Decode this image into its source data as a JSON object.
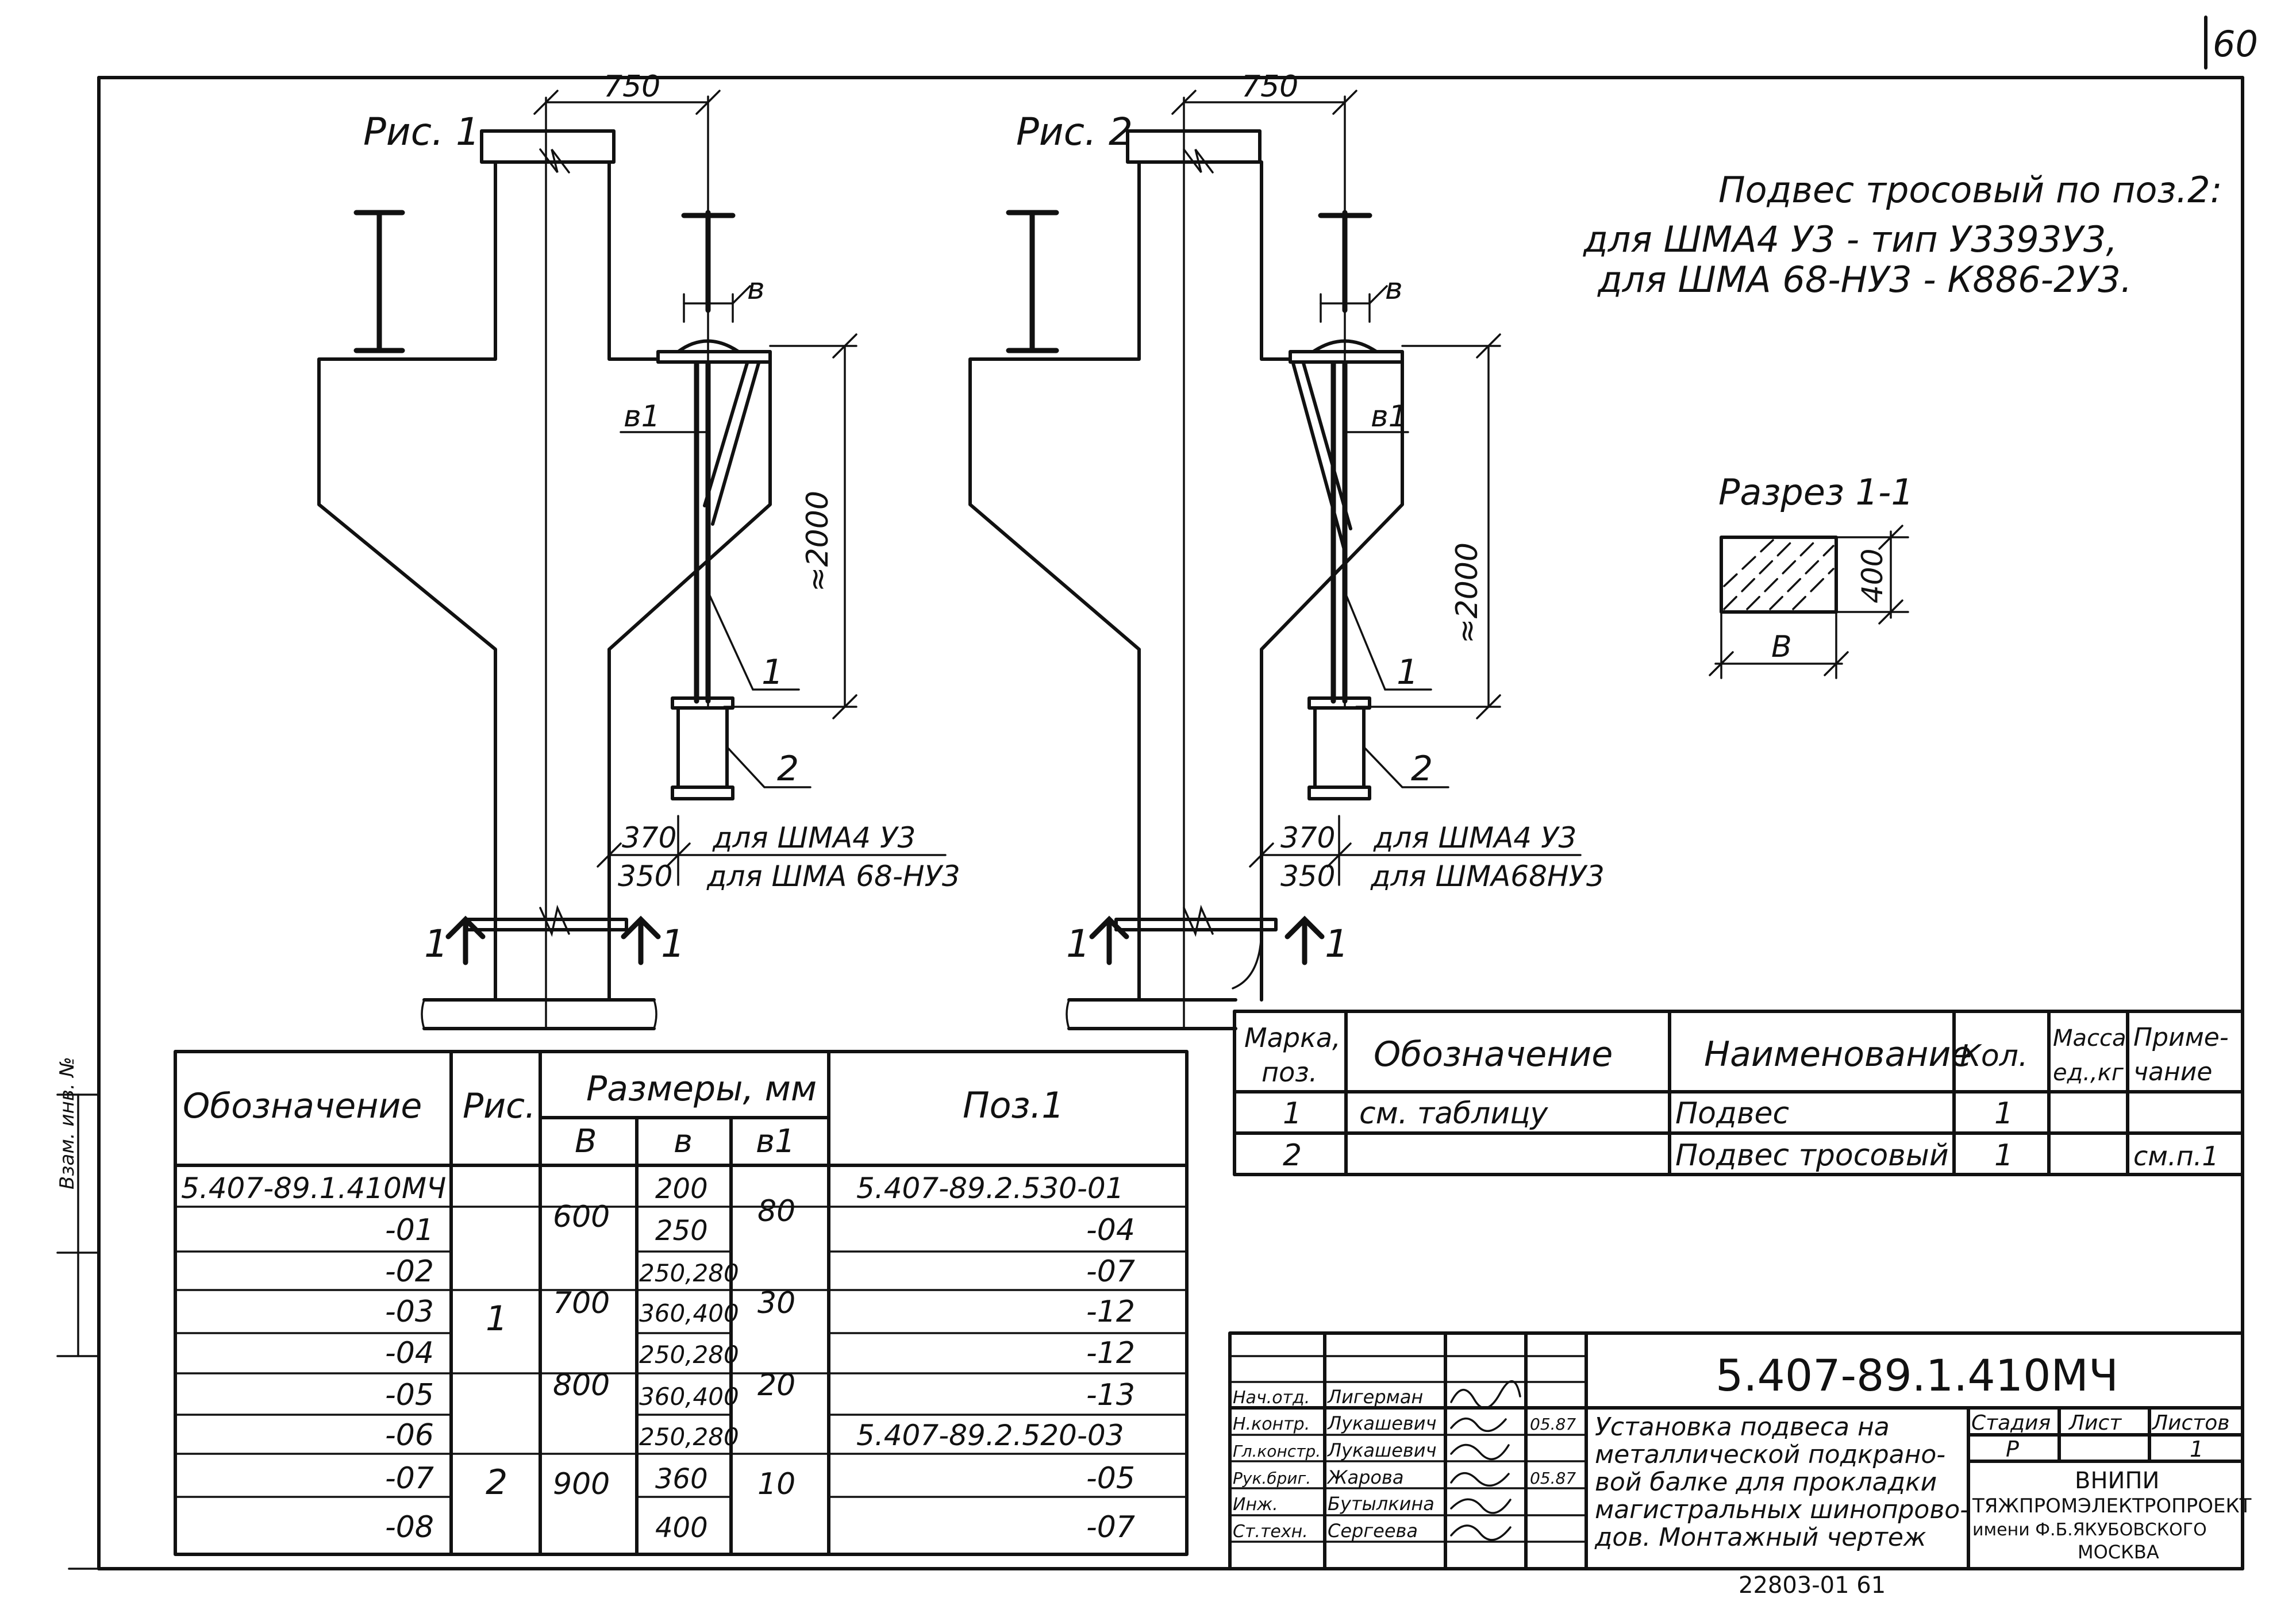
{
  "sheet": {
    "corner_number": "60",
    "bottom_number": "22803-01   61",
    "margin_stamp": "Взам. инв. №"
  },
  "figure1": {
    "title": "Рис. 1",
    "dim_width": "750",
    "dim_height": "≈2000",
    "label_b": "в",
    "label_b1": "в1",
    "pos1": "1",
    "pos2": "2",
    "dim_370": "370",
    "dim_350": "350",
    "note_370": "для ШМА4 У3",
    "note_350": "для ШМА 68-НУ3",
    "section_left": "1",
    "section_right": "1"
  },
  "figure2": {
    "title": "Рис. 2",
    "dim_width": "750",
    "dim_height": "≈2000",
    "label_b": "в",
    "label_b1": "в1",
    "pos1": "1",
    "pos2": "2",
    "dim_370": "370",
    "dim_350": "350",
    "note_370": "для ШМА4 У3",
    "note_350": "для ШМА68НУ3",
    "section_left": "1",
    "section_right": "1"
  },
  "note": {
    "line1": "Подвес тросовый по поз.2:",
    "line2": "для ШМА4 У3 - тип У3393У3,",
    "line3": "для ШМА 68-НУ3 - К886-2У3."
  },
  "section": {
    "title": "Разрез 1-1",
    "dim_height": "400",
    "dim_width": "B"
  },
  "spec_table": {
    "headers": {
      "mark": "Марка, поз.",
      "designation": "Обозначение",
      "name": "Наименование",
      "qty": "Кол.",
      "mass": "Масса ед.,кг",
      "note": "Приме- чание"
    },
    "rows": [
      {
        "mark": "1",
        "designation": "см. таблицу",
        "name": "Подвес",
        "qty": "1",
        "mass": "",
        "note": ""
      },
      {
        "mark": "2",
        "designation": "",
        "name": "Подвес тросовый",
        "qty": "1",
        "mass": "",
        "note": "см.п.1"
      }
    ]
  },
  "size_table": {
    "headers": {
      "designation": "Обозначение",
      "fig": "Рис.",
      "sizes": "Размеры, мм",
      "B": "B",
      "b": "в",
      "b1": "в1",
      "pos1": "Поз.1"
    },
    "rows": [
      {
        "designation": "5.407-89.1.410МЧ",
        "b": "200",
        "pos1": "5.407-89.2.530-01"
      },
      {
        "designation": "-01",
        "b": "250",
        "pos1": "-04"
      },
      {
        "designation": "-02",
        "b": "250,280",
        "pos1": "-07"
      },
      {
        "designation": "-03",
        "b": "360,400",
        "pos1": "-12"
      },
      {
        "designation": "-04",
        "b": "250,280",
        "pos1": "-12"
      },
      {
        "designation": "-05",
        "b": "360,400",
        "pos1": "-13"
      },
      {
        "designation": "-06",
        "b": "250,280",
        "pos1": "5.407-89.2.520-03"
      },
      {
        "designation": "-07",
        "b": "360",
        "pos1": "-05"
      },
      {
        "designation": "-08",
        "b": "400",
        "pos1": "-07"
      }
    ],
    "merged": {
      "fig_a": "1",
      "fig_b": "2",
      "B_600": "600",
      "B_700": "700",
      "B_800": "800",
      "B_900": "900",
      "b1_80": "80",
      "b1_30": "30",
      "b1_20": "20",
      "b1_10": "10"
    }
  },
  "title_block": {
    "code": "5.407-89.1.410МЧ",
    "title_lines": [
      "Установка подвеса на",
      "металлической подкрано-",
      "вой балке для прокладки",
      "магистральных шинопрово-",
      "дов. Монтажный чертеж"
    ],
    "stage_header": "Стадия",
    "sheet_header": "Лист",
    "sheets_header": "Листов",
    "stage": "Р",
    "sheets": "1",
    "org_line1": "ВНИПИ",
    "org_line2": "ТЯЖПРОМЭЛЕКТРОПРОЕКТ",
    "org_line3": "имени Ф.Б.ЯКУБОВСКОГО",
    "org_line4": "МОСКВА",
    "staff": [
      {
        "role": "Нач.отд.",
        "name": "Лигерман"
      },
      {
        "role": "Н.контр.",
        "name": "Лукашевич"
      },
      {
        "role": "Гл.констр.",
        "name": "Лукашевич"
      },
      {
        "role": "Рук.бриг.",
        "name": "Жарова"
      },
      {
        "role": "Инж.",
        "name": "Бутылкина"
      },
      {
        "role": "Ст.техн.",
        "name": "Сергеева"
      }
    ],
    "date1": "05.87",
    "date2": "05.87"
  }
}
